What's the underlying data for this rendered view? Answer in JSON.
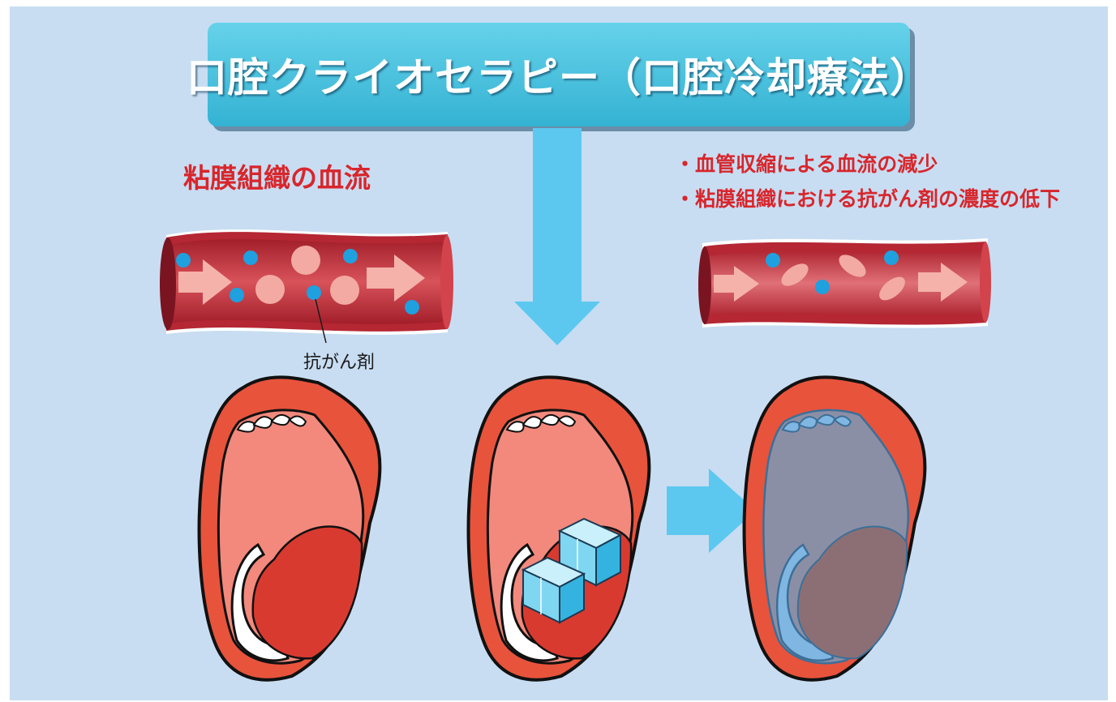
{
  "title": "口腔クライオセラピー（口腔冷却療法）",
  "normal_state": {
    "label": "粘膜組織の血流",
    "drug_label": "抗がん剤"
  },
  "cooled_effects": [
    "・血管収縮による血流の減少",
    "・粘膜組織における抗がん剤の濃度の低下"
  ],
  "icons": [
    "blood-vessel-normal",
    "blood-vessel-constricted",
    "down-arrow",
    "right-arrow",
    "open-mouth-normal",
    "open-mouth-with-ice",
    "open-mouth-cooled",
    "ice-cube-icon"
  ],
  "colors": {
    "background": "#c8ddf2",
    "title_box": "#4cc3df",
    "arrow": "#5cc8f0",
    "vessel": "#c9353f",
    "drug_particle": "#1fa0df",
    "red_text": "#d8262c"
  }
}
